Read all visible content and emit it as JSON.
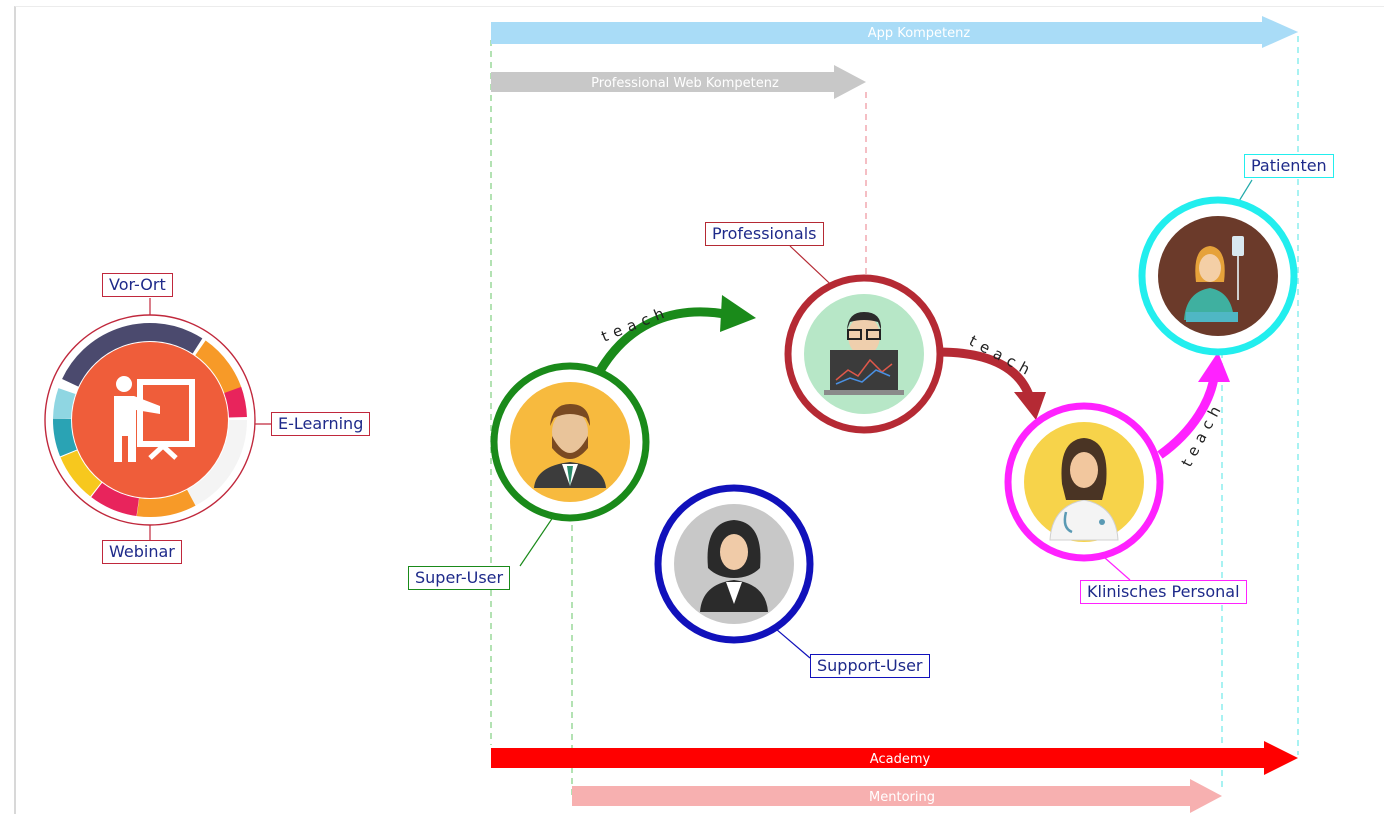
{
  "bands": {
    "app_kompetenz": "App Kompetenz",
    "professional_web": "Professional Web Kompetenz",
    "academy": "Academy",
    "mentoring": "Mentoring"
  },
  "channels": {
    "vor_ort": "Vor-Ort",
    "e_learning": "E-Learning",
    "webinar": "Webinar"
  },
  "roles": {
    "super_user": "Super-User",
    "professionals": "Professionals",
    "support_user": "Support-User",
    "klinisches_personal": "Klinisches Personal",
    "patienten": "Patienten"
  },
  "teach_labels": [
    "teach",
    "teach",
    "teach"
  ],
  "colors": {
    "app_band": "#a9dcf7",
    "web_band": "#c8c8c8",
    "academy_band": "#ff0000",
    "mentoring_band": "#f7b0b0",
    "super_user": "#1a8a1a",
    "professionals": "#b52a34",
    "support_user": "#1111bb",
    "klinisches_personal": "#ff22ff",
    "patienten": "#22eeee",
    "channel_border": "#c0283c",
    "presenter_bg": "#ef5d3a"
  },
  "icons": [
    "presenter-icon",
    "businessman-icon",
    "developer-icon",
    "businesswoman-icon",
    "doctor-icon",
    "patient-icon"
  ]
}
